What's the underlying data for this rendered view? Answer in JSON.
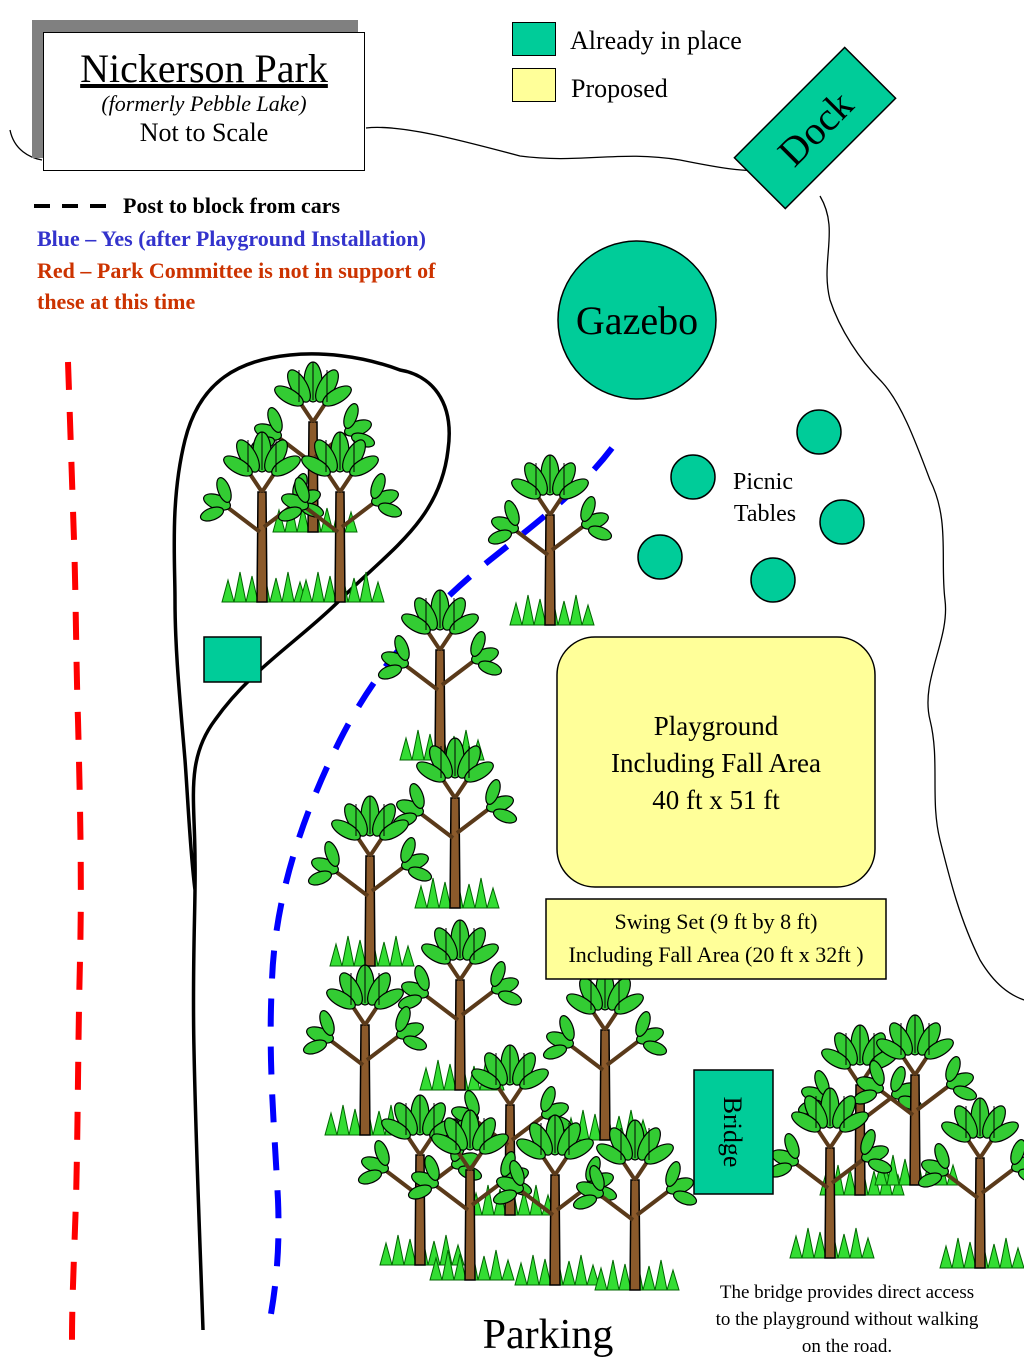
{
  "title": {
    "name": "Nickerson Park",
    "subtitle": "(formerly Pebble Lake)",
    "scale_note": "Not to Scale"
  },
  "legend": {
    "items": [
      {
        "label": "Already in place",
        "color": "#00cc99"
      },
      {
        "label": "Proposed",
        "color": "#ffff99"
      }
    ]
  },
  "notes": {
    "posts": "Post to block from cars",
    "blue": "Blue – Yes (after Playground Installation)",
    "red_line1": "Red – Park Committee is not in support of",
    "red_line2": "these at this time",
    "blue_color": "#3333cc",
    "red_color": "#cc3300"
  },
  "features": {
    "dock": "Dock",
    "gazebo": "Gazebo",
    "picnic_line1": "Picnic",
    "picnic_line2": "Tables",
    "playground_line1": "Playground",
    "playground_line2": "Including Fall Area",
    "playground_line3": "40 ft x 51 ft",
    "swing_line1": "Swing Set (9 ft by 8 ft)",
    "swing_line2": "Including Fall Area (20 ft x 32ft )",
    "bridge": "Bridge",
    "bridge_note_line1": "The bridge provides direct access",
    "bridge_note_line2": "to the playground without walking",
    "bridge_note_line3": "on the road.",
    "parking": "Parking"
  },
  "colors": {
    "in_place": "#00cc99",
    "proposed": "#ffff99",
    "post_blue": "#0000ff",
    "post_red": "#ff0000"
  },
  "icons": [
    "tree-icon"
  ]
}
